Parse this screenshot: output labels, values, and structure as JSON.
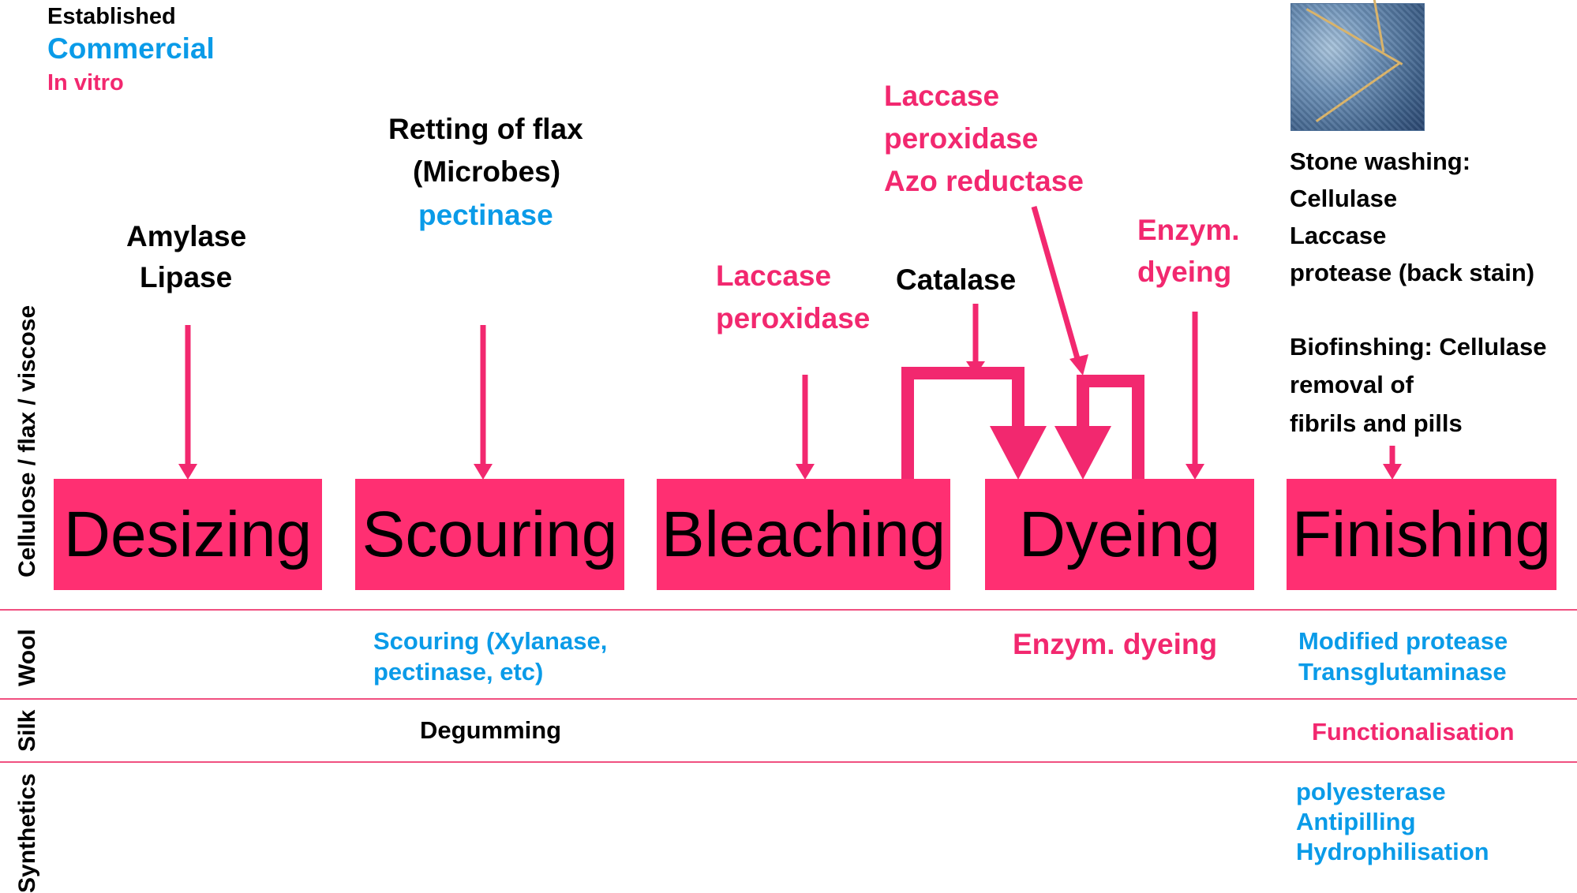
{
  "legend": {
    "established": "Established",
    "commercial": "Commercial",
    "in_vitro": "In vitro"
  },
  "colors": {
    "established": "#000000",
    "commercial": "#0a9be8",
    "in_vitro": "#f2286f",
    "box": "#ff2f72"
  },
  "rows": {
    "cellulose": "Cellulose / flax / viscose",
    "wool": "Wool",
    "silk": "Silk",
    "synthetics": "Synthetics"
  },
  "steps": {
    "desizing": "Desizing",
    "scouring": "Scouring",
    "bleaching": "Bleaching",
    "dyeing": "Dyeing",
    "finishing": "Finishing"
  },
  "cellulose": {
    "desizing": [
      "Amylase",
      "Lipase"
    ],
    "scouring": {
      "line1": "Retting of flax",
      "line2": "(Microbes)",
      "line3": "pectinase"
    },
    "bleaching": [
      "Laccase",
      "peroxidase"
    ],
    "catalase": "Catalase",
    "dyeing_azo": [
      "Laccase",
      "peroxidase",
      "Azo reductase"
    ],
    "dyeing_enzym": [
      "Enzym.",
      "dyeing"
    ],
    "finishing": {
      "stone_washing": [
        "Stone washing:",
        "Cellulase",
        "Laccase",
        "protease (back stain)"
      ],
      "biofinishing": [
        "Biofinshing: Cellulase",
        "removal of",
        "fibrils and pills"
      ]
    },
    "image_icon": "denim-jeans-photo"
  },
  "wool": {
    "scouring": [
      "Scouring (Xylanase,",
      "pectinase, etc)"
    ],
    "dyeing": "Enzym. dyeing",
    "finishing": [
      "Modified protease",
      "Transglutaminase"
    ]
  },
  "silk": {
    "scouring": "Degumming",
    "finishing": "Functionalisation"
  },
  "synthetics": {
    "finishing": [
      "polyesterase",
      "Antipilling",
      "Hydrophilisation"
    ]
  }
}
